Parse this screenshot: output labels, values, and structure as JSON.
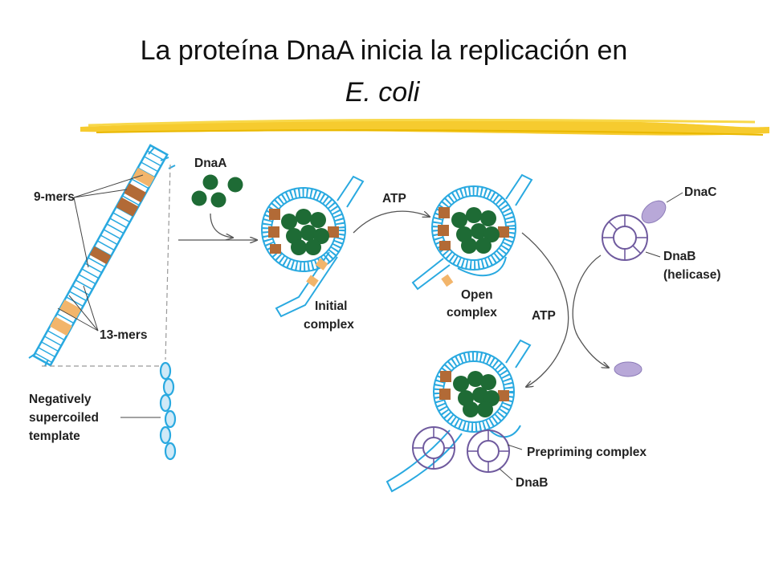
{
  "title": {
    "line1": "La proteína DnaA inicia la replicación en",
    "line2": "E. coli"
  },
  "labels": {
    "dnaa": "DnaA",
    "nine_mers": "9-mers",
    "thirteen_mers": "13-mers",
    "negatively": "Negatively",
    "supercoiled": "supercoiled",
    "template": "template",
    "initial": "Initial",
    "complex": "complex",
    "atp_top": "ATP",
    "open": "Open",
    "open_complex": "complex",
    "atp_mid": "ATP",
    "dnac": "DnaC",
    "dnab": "DnaB",
    "helicase": "(helicase)",
    "prepriming": "Prepriming complex",
    "dnab_bottom": "DnaB"
  },
  "colors": {
    "dna": "#29a9e0",
    "nine_mer": "#b26a36",
    "thirteen_mer": "#f2b56b",
    "dnaa_protein": "#1e6b35",
    "dnab_ring": "#6f5a9e",
    "dnac": "#b8a8d8",
    "highlight": "#f5c518"
  }
}
